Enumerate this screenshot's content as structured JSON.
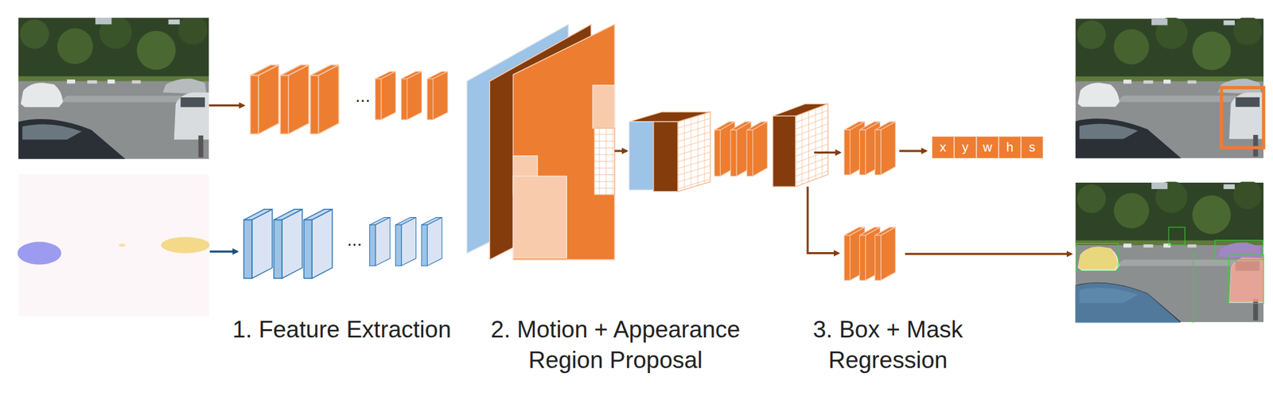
{
  "diagram": {
    "nodes": [
      {
        "text": [
          "x"
        ]
      },
      {
        "text": [
          "y"
        ]
      },
      {
        "text": [
          "w"
        ]
      },
      {
        "text": [
          "h"
        ]
      },
      {
        "text": [
          "s"
        ]
      }
    ],
    "labels": [
      "...",
      "...",
      "1. Feature Extraction",
      "2. Motion + Appearance Region Proposal",
      "3. Box + Mask Regression"
    ]
  }
}
